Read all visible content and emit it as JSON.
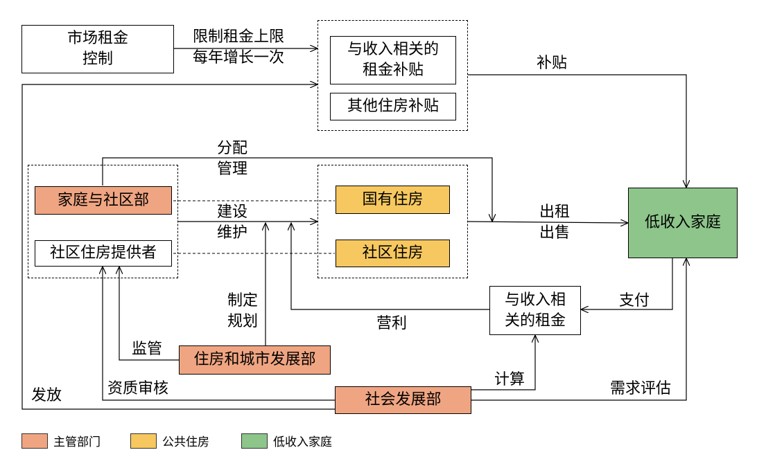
{
  "nodes": {
    "market_rent_control": "市场租金\n控制",
    "income_rent_subsidy": "与收入相关的\n租金补贴",
    "other_housing_subsidy": "其他住房补贴",
    "family_community_dept": "家庭与社区部",
    "community_housing_provider": "社区住房提供者",
    "state_housing": "国有住房",
    "community_housing": "社区住房",
    "low_income_families": "低收入家庭",
    "income_related_rent": "与收入相\n关的租金",
    "housing_urban_dept": "住房和城市发展部",
    "social_development_dept": "社会发展部"
  },
  "edge_labels": {
    "limit_rent": "限制租金上限\n每年增长一次",
    "subsidy": "补贴",
    "allocation_management": "分配\n管理",
    "construction_maintenance": "建设\n维护",
    "rent_sell": "出租\n出售",
    "make_plan": "制定\n规划",
    "profit": "营利",
    "pay": "支付",
    "supervise": "监管",
    "qualification_review": "资质审核",
    "issue": "发放",
    "calculate": "计算",
    "needs_assessment": "需求评估"
  },
  "legend": [
    {
      "label": "主管部门",
      "color": "#F0A582"
    },
    {
      "label": "公共住房",
      "color": "#F6C85F"
    },
    {
      "label": "低收入家庭",
      "color": "#8DC58A"
    }
  ]
}
